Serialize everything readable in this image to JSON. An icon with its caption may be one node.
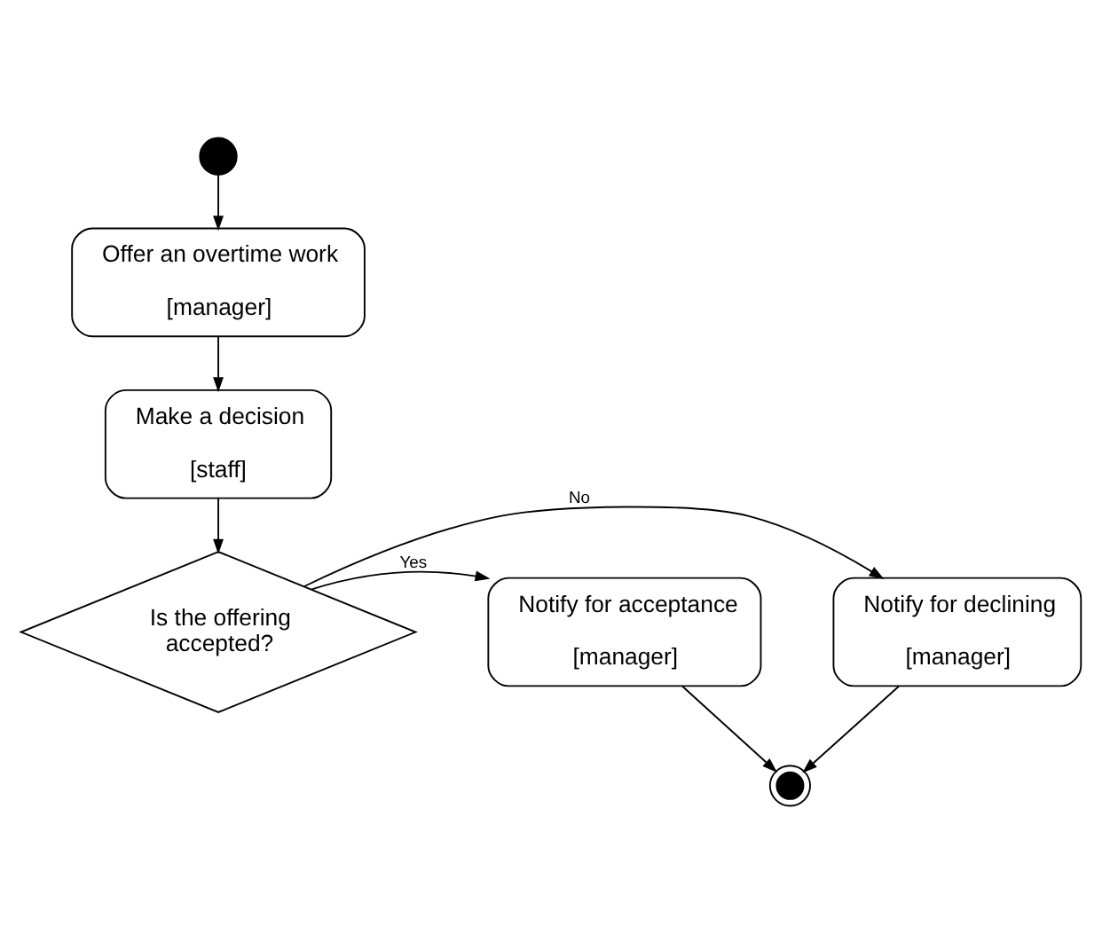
{
  "diagram": {
    "nodes": [
      {
        "text": [],
        "shape": "circle"
      },
      {
        "text": [
          "Offer an overtime work",
          "[manager]"
        ]
      },
      {
        "text": [
          "Make a decision",
          "[staff]"
        ]
      },
      {
        "text": [
          "Is the offering accepted?"
        ]
      },
      {
        "text": [
          "Notify for declining",
          "[manager]"
        ]
      },
      {
        "text": [
          "Notify for acceptance",
          "[manager]"
        ]
      },
      {
        "text": [],
        "shape": "circle"
      }
    ],
    "edges": [
      {
        "from": 0,
        "to": 1,
        "arrow": "to"
      },
      {
        "from": 1,
        "to": 2,
        "arrow": "to"
      },
      {
        "from": 2,
        "to": 3,
        "arrow": "to"
      },
      {
        "from": 3,
        "to": 4,
        "arrow": "to",
        "label": "No"
      },
      {
        "from": 3,
        "to": 5,
        "arrow": "to",
        "label": "Yes"
      },
      {
        "from": 4,
        "to": 6,
        "arrow": "to"
      },
      {
        "from": 5,
        "to": 6,
        "arrow": "to"
      }
    ]
  }
}
